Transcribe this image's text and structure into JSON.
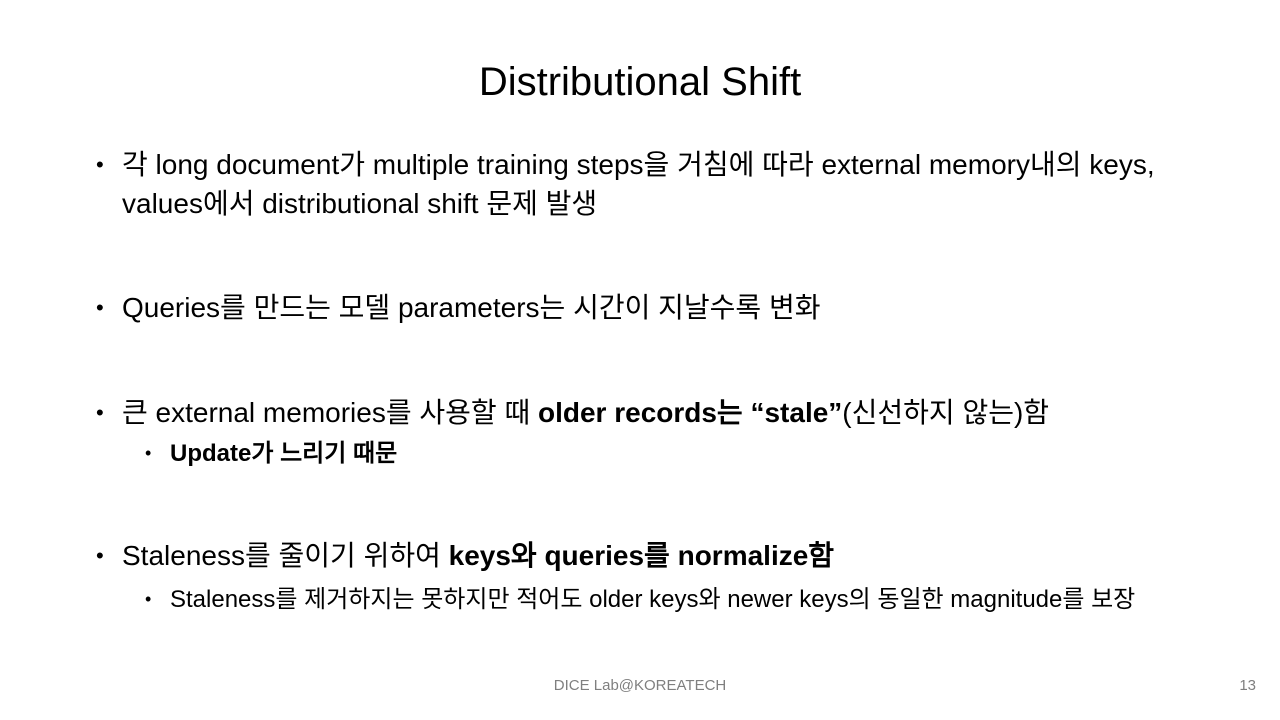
{
  "slide": {
    "title": "Distributional Shift",
    "bullet_marker": "•",
    "bullets": [
      {
        "text": "각 long document가 multiple training steps을 거침에 따라 external memory내의 keys, values에서 distributional shift 문제 발생"
      },
      {
        "text": "Queries를 만드는 모델 parameters는 시간이 지날수록 변화"
      },
      {
        "text_1": "큰 external memories를 사용할 때 ",
        "bold_1": "older records는 “stale”",
        "text_2": "(신선하지 않는)함",
        "sub": {
          "bold": "Update가 느리기 때문"
        }
      },
      {
        "text_1": "Staleness를 줄이기 위하여 ",
        "bold_1": "keys와 queries를 normalize함",
        "sub": {
          "text": "Staleness를 제거하지는 못하지만 적어도 older keys와 newer keys의 동일한 magnitude를 보장"
        }
      }
    ]
  },
  "footer": {
    "lab": "DICE  Lab@KOREATECH",
    "page_number": "13"
  }
}
